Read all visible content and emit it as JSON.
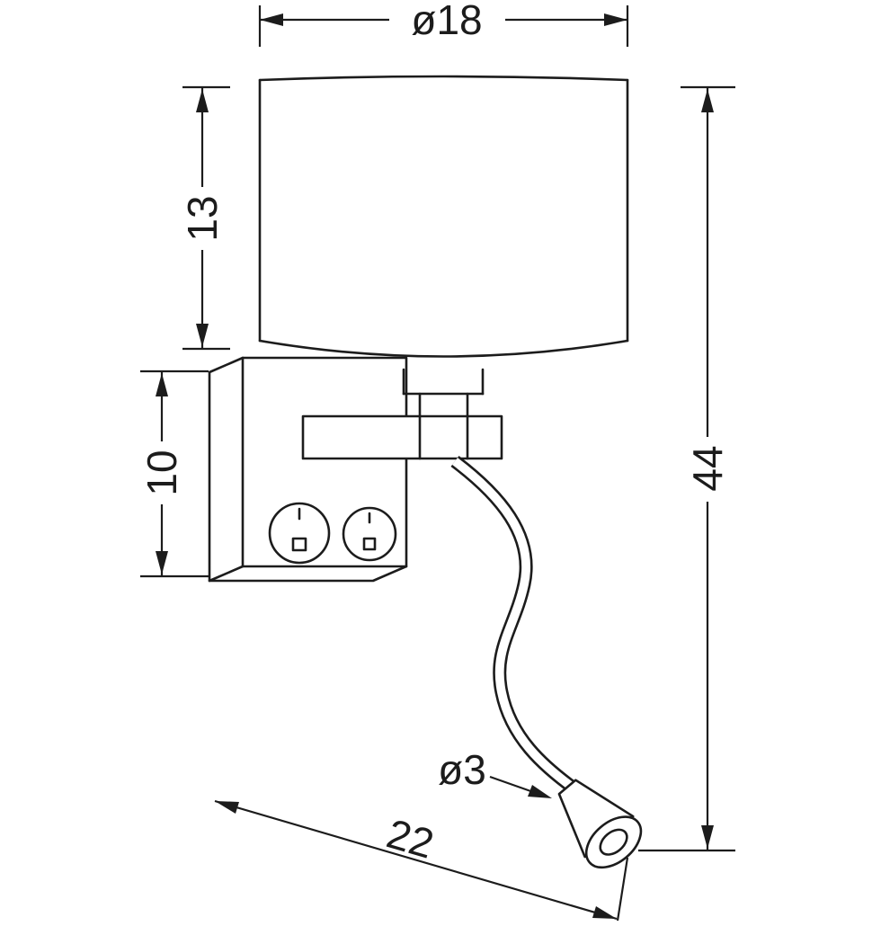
{
  "diagram": {
    "type": "technical-drawing",
    "subject": "wall lamp with flexible LED reading arm",
    "labels": {
      "shade_diameter": "ø18",
      "shade_height": "13",
      "mount_height": "10",
      "overall_height": "44",
      "overall_depth": "22",
      "reader_diameter": "ø3"
    },
    "colors": {
      "line": "#1c1c1c",
      "background": "#ffffff"
    }
  }
}
